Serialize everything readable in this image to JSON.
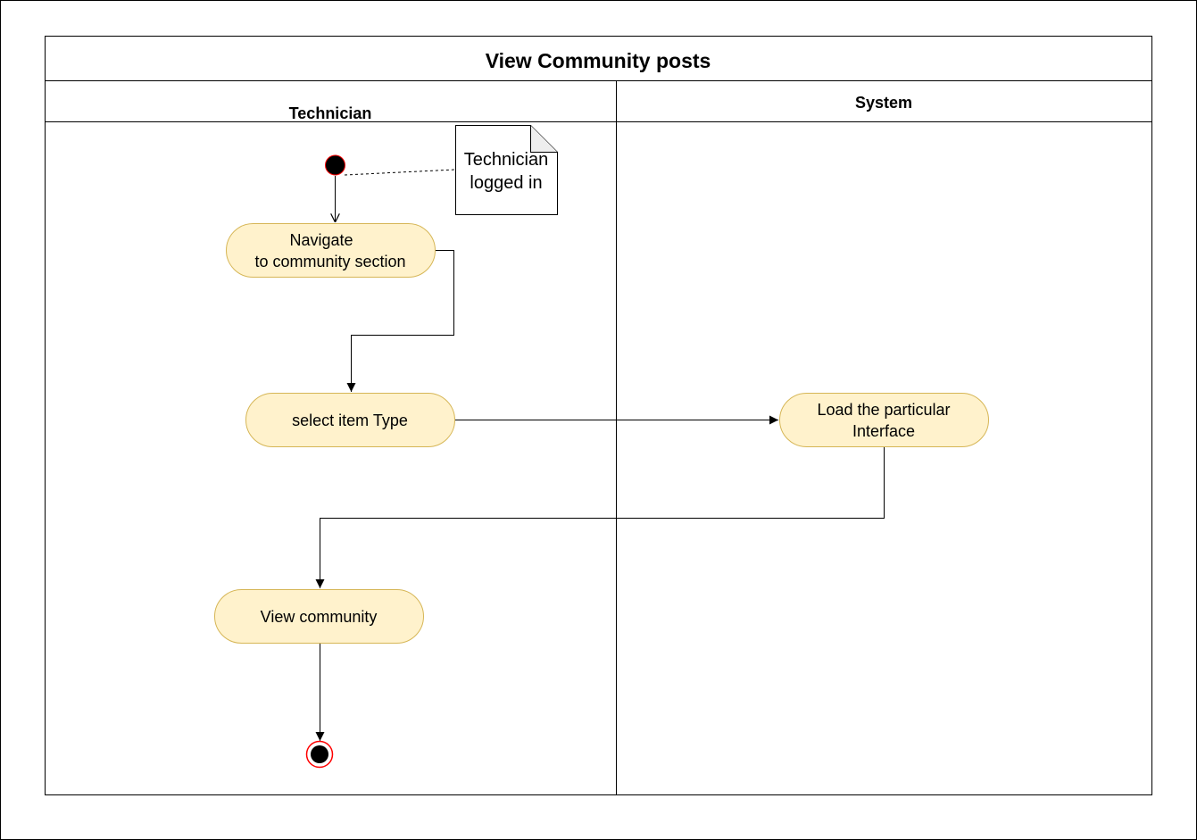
{
  "diagram": {
    "title": "View Community posts",
    "lanes": {
      "technician": "Technician",
      "system": "System"
    },
    "note": {
      "line1": "Technician",
      "line2": "logged in"
    },
    "actions": {
      "navigate": {
        "line1": "Navigate",
        "line2": "to community section"
      },
      "select": {
        "line1": "select item Type"
      },
      "load": {
        "line1": "Load the particular",
        "line2": "Interface"
      },
      "view": {
        "line1": "View community"
      }
    },
    "colors": {
      "action_fill": "#fff2cc",
      "action_stroke": "#d6b656",
      "start_fill": "#000000",
      "end_ring": "#ff0000",
      "line": "#000000"
    }
  }
}
